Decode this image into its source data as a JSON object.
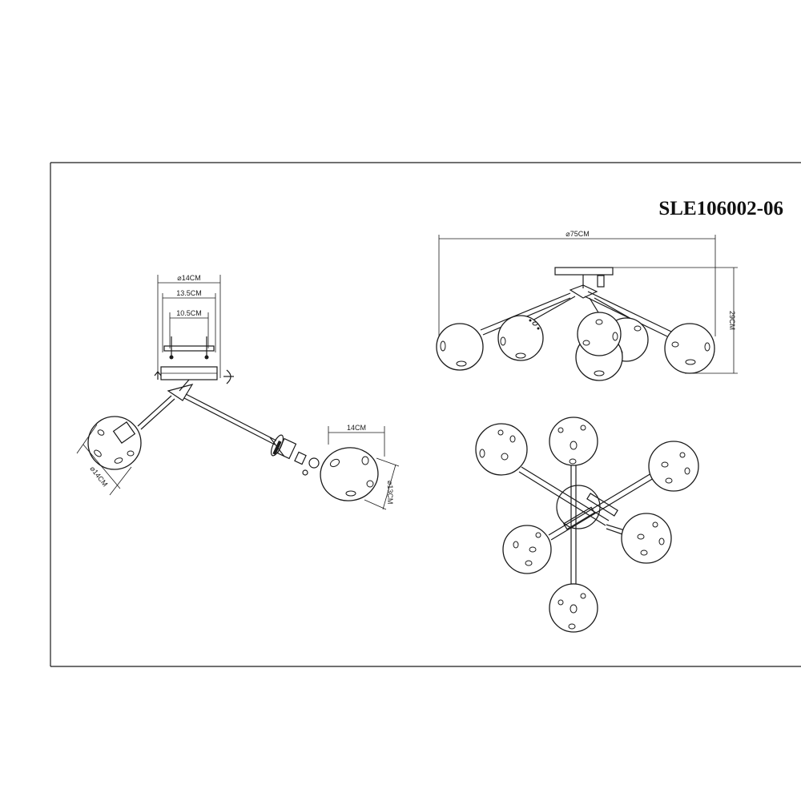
{
  "model": "SLE106002-06",
  "side_view": {
    "canopy_diameter": "⌀14CM",
    "mount_width": "13.5CM",
    "inner_width": "10.5CM",
    "globe_large_diameter": "⌀14CM",
    "globe_small_width": "14CM",
    "globe_small_diameter": "⌀13CM"
  },
  "front_view": {
    "overall_diameter": "⌀75CM",
    "height": "29CM"
  }
}
